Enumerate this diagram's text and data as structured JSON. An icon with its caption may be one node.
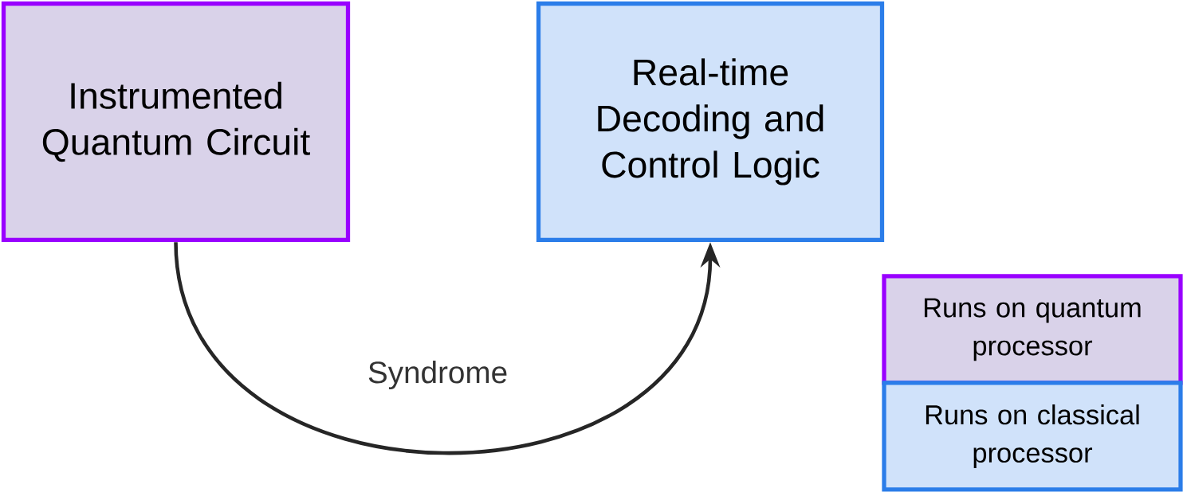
{
  "diagram": {
    "nodes": [
      {
        "text": [
          "Instrumented Quantum Circuit"
        ]
      },
      {
        "text": [
          "Real-time Decoding and Control Logic"
        ]
      }
    ],
    "edges": [
      {
        "from": 0,
        "to": 1,
        "arrow": "to",
        "label": "Syndrome"
      }
    ],
    "legend": [
      {
        "text": "Runs on quantum processor",
        "color": "#d9d2e9"
      },
      {
        "text": "Runs on classical processor",
        "color": "#d0e2fa"
      }
    ]
  }
}
